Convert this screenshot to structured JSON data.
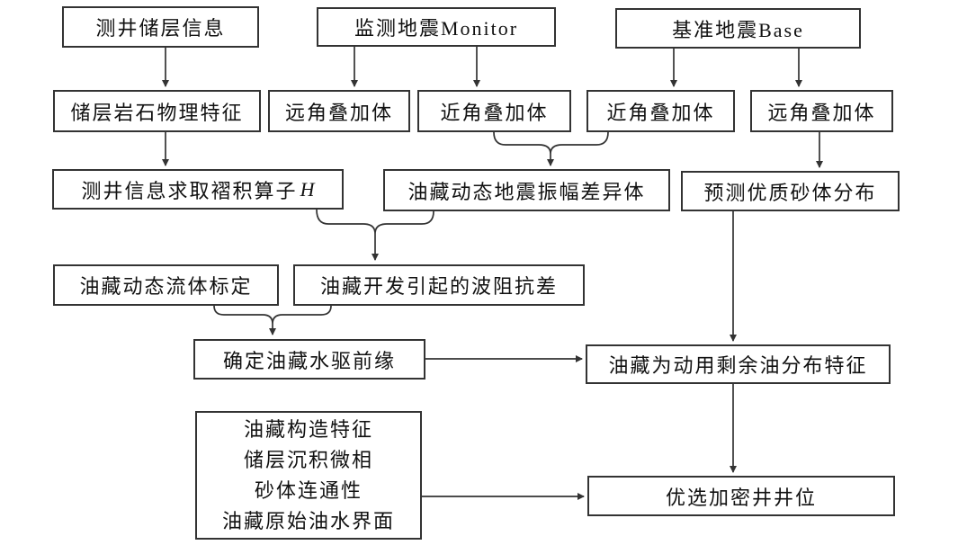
{
  "nodes": {
    "well_log_info": {
      "label": "测井储层信息"
    },
    "monitor_seismic": {
      "label": "监测地震Monitor"
    },
    "base_seismic": {
      "label": "基准地震Base"
    },
    "rock_physics": {
      "label": "储层岩石物理特征"
    },
    "far_stack_monitor": {
      "label": "远角叠加体"
    },
    "near_stack_monitor": {
      "label": "近角叠加体"
    },
    "near_stack_base": {
      "label": "近角叠加体"
    },
    "far_stack_base": {
      "label": "远角叠加体"
    },
    "convolution_operator": {
      "label": "测井信息求取褶积算子",
      "math_suffix": "H"
    },
    "amplitude_difference": {
      "label": "油藏动态地震振幅差异体"
    },
    "sand_prediction": {
      "label": "预测优质砂体分布"
    },
    "fluid_calibration": {
      "label": "油藏动态流体标定"
    },
    "impedance_difference": {
      "label": "油藏开发引起的波阻抗差"
    },
    "waterflood_front": {
      "label": "确定油藏水驱前缘"
    },
    "remaining_oil": {
      "label": "油藏为动用剩余油分布特征"
    },
    "static_factors": {
      "lines": [
        "油藏构造特征",
        "储层沉积微相",
        "砂体连通性",
        "油藏原始油水界面"
      ]
    },
    "infill_well": {
      "label": "优选加密井井位"
    }
  },
  "colors": {
    "border": "#333333",
    "text": "#111111",
    "line": "#333333",
    "background": "#ffffff"
  }
}
